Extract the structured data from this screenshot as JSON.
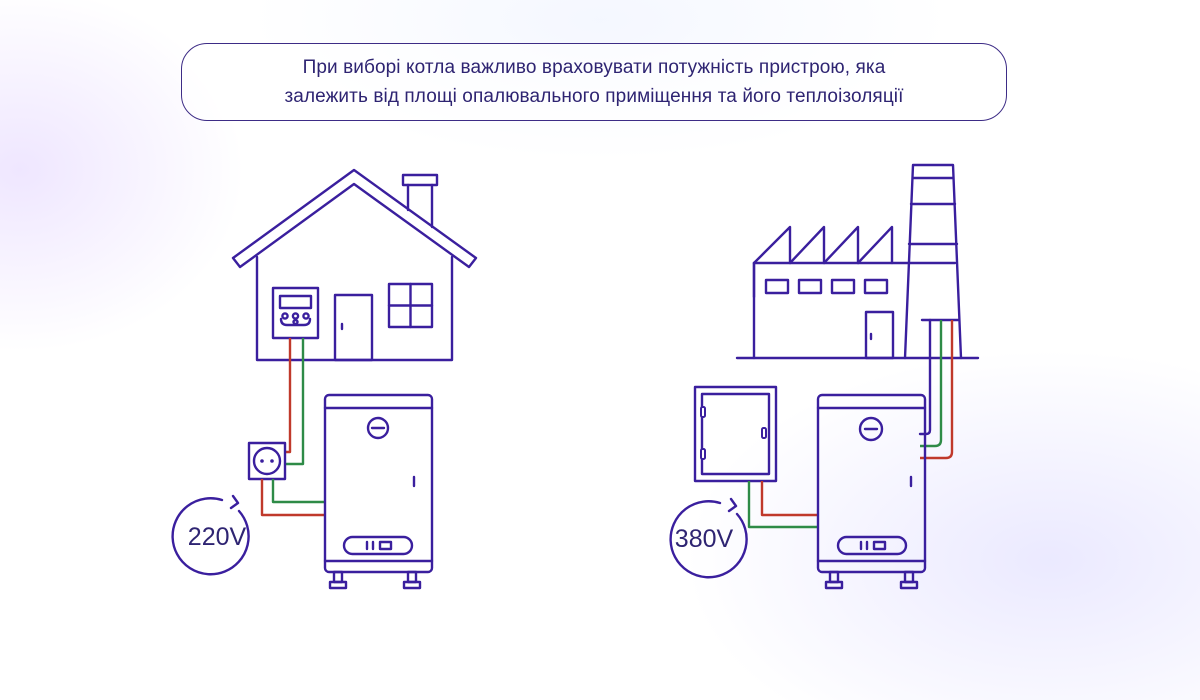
{
  "caption": {
    "line1": "При виборі котла важливо враховувати потужність пристрою, яка",
    "line2": "залежить від площі опалювального приміщення та його теплоізоляції"
  },
  "scenarios": [
    {
      "id": "house",
      "building": "house-icon",
      "connection": "socket-icon",
      "voltage": "220V"
    },
    {
      "id": "factory",
      "building": "factory-icon",
      "connection": "electrical-panel-icon",
      "voltage": "380V"
    }
  ],
  "colors": {
    "stroke": "#3a1f9e",
    "text": "#2e2472",
    "wire_phase": "#c0392b",
    "wire_ground": "#2e8b47"
  }
}
